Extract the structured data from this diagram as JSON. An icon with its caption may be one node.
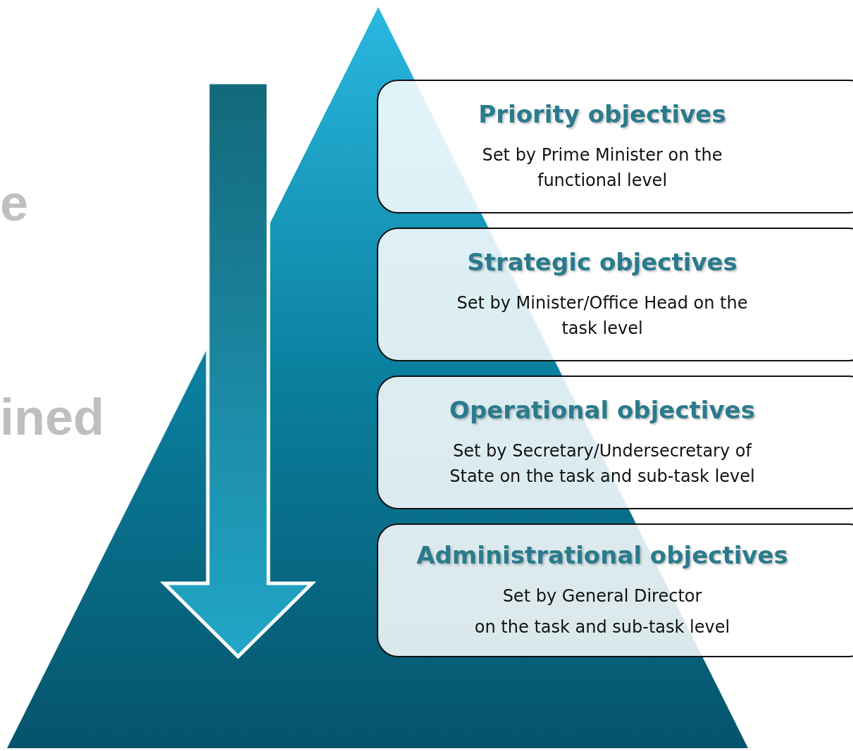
{
  "diagram": {
    "nodes": [
      {
        "text": [
          "Priority objectives",
          "Set by Prime Minister on the functional level"
        ]
      },
      {
        "text": [
          "Strategic objectives",
          "Set by Minister/Office Head on the task level"
        ]
      },
      {
        "text": [
          "Operational objectives",
          "Set by Secretary/Undersecretary of State on the task and sub-task level"
        ]
      },
      {
        "text": [
          "Administrational objectives",
          "Set by General Director",
          "on the task and sub-task level"
        ]
      }
    ],
    "labels": [
      "e",
      "ined"
    ]
  }
}
